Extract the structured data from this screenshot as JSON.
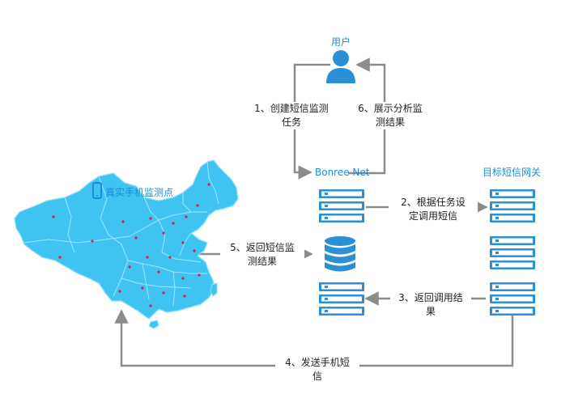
{
  "nodes": {
    "user": "用户",
    "bonree": "Bonree Net",
    "gateway": "目标短信网关",
    "phones": "真实手机监测点"
  },
  "steps": {
    "s1": [
      "1、创建短信监测",
      "任务"
    ],
    "s2": [
      "2、根据任务设",
      "定调用短信"
    ],
    "s3": [
      "3、返回调用结",
      "果"
    ],
    "s4": [
      "4、发送手机短",
      "信"
    ],
    "s5": [
      "5、返回短信监",
      "测结果"
    ],
    "s6": [
      "6、展示分析监",
      "测结果"
    ]
  },
  "colors": {
    "accent": "#1a8fd6",
    "server_block": "#2a8fd3",
    "map_fill": "#3fc3f1",
    "arrow": "#8c8c8c"
  },
  "icons": {
    "user": "user-icon",
    "database": "database-icon",
    "phone": "mobile-phone-icon",
    "server": "server-stack-icon"
  }
}
